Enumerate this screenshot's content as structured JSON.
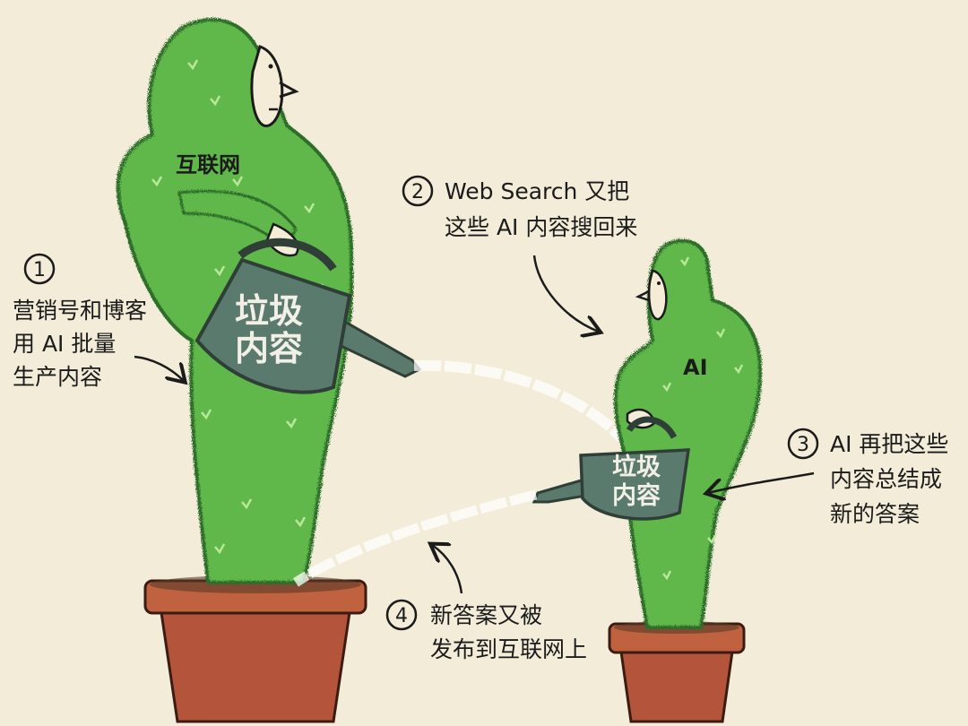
{
  "figures": {
    "big": {
      "label": "互联网",
      "can_line1": "垃圾",
      "can_line2": "内容"
    },
    "small": {
      "label": "AI",
      "can_line1": "垃圾",
      "can_line2": "内容"
    }
  },
  "steps": [
    {
      "number": "1",
      "lines": [
        "营销号和博客",
        "用 AI 批量",
        "生产内容"
      ]
    },
    {
      "number": "2",
      "lines": [
        "Web Search 又把",
        "这些 AI 内容搜回来"
      ]
    },
    {
      "number": "3",
      "lines": [
        "AI 再把这些",
        "内容总结成",
        "新的答案"
      ]
    },
    {
      "number": "4",
      "lines": [
        "新答案又被",
        "发布到互联网上"
      ]
    }
  ],
  "colors": {
    "background": "#f2ecd8",
    "cactus_green": "#5fb84a",
    "cactus_dark": "#2f6e2a",
    "can": "#5a7a6e",
    "pot": "#b4543a"
  }
}
